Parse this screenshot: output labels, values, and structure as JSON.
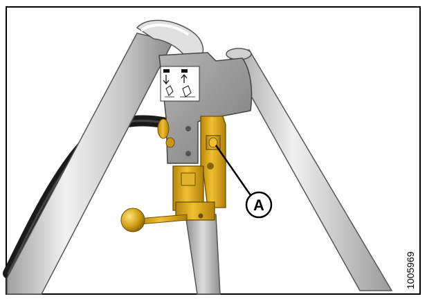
{
  "figure": {
    "callout_label": "A",
    "figure_number": "1005969"
  },
  "colors": {
    "frame": "#000000",
    "tube_light": "#e6e6e6",
    "tube_mid": "#bdbdbd",
    "tube_dark": "#8c8c8c",
    "bracket_gray": "#9a9a9a",
    "valve_yellow": "#d4a017",
    "valve_yellow_dark": "#a87b08",
    "hose_black": "#1a1a1a"
  },
  "icons": [
    "hydraulic-valve-illustration",
    "callout-circle",
    "leader-line"
  ]
}
